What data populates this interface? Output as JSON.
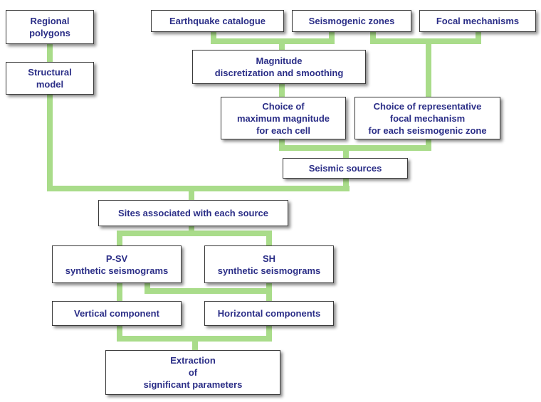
{
  "diagram": {
    "boxes": {
      "regional_polygons": [
        "Regional",
        "polygons"
      ],
      "earthquake_catalogue": [
        "Earthquake catalogue"
      ],
      "seismogenic_zones": [
        "Seismogenic zones"
      ],
      "focal_mechanisms": [
        "Focal mechanisms"
      ],
      "magnitude": [
        "Magnitude",
        "discretization and smoothing"
      ],
      "structural_model": [
        "Structural",
        "model"
      ],
      "max_magnitude": [
        "Choice of",
        "maximum magnitude",
        "for each cell"
      ],
      "representative_mechanism": [
        "Choice of representative",
        "focal mechanism",
        "for each seismogenic zone"
      ],
      "seismic_sources": [
        "Seismic sources"
      ],
      "sites": [
        "Sites associated with each source"
      ],
      "psv": [
        "P-SV",
        "synthetic seismograms"
      ],
      "sh": [
        "SH",
        "synthetic seismograms"
      ],
      "vertical": [
        "Vertical component"
      ],
      "horizontal": [
        "Horizontal components"
      ],
      "extraction": [
        "Extraction",
        "of",
        "significant parameters"
      ]
    }
  }
}
